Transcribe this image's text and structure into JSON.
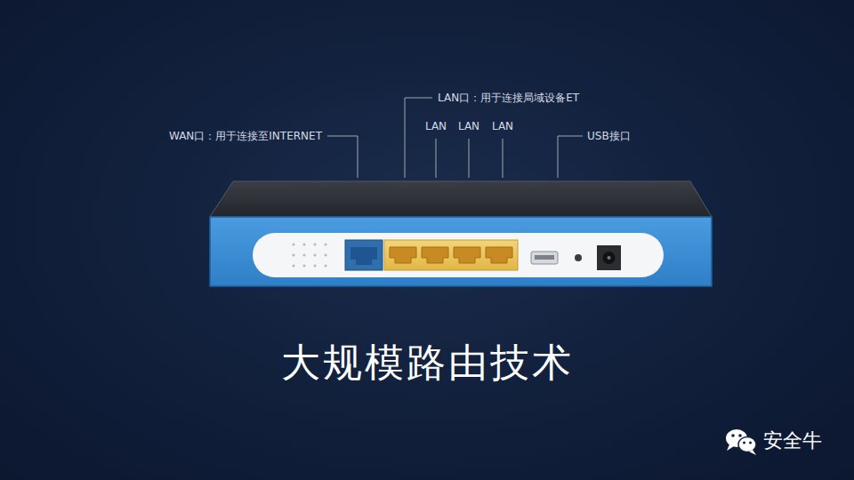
{
  "diagram": {
    "title": "大规模路由技术",
    "labels": [
      "WAN口：用于连接至INTERNET",
      "LAN口：用于连接局域设备ET",
      "LAN",
      "LAN",
      "LAN",
      "USB接口",
      "安全牛"
    ]
  }
}
